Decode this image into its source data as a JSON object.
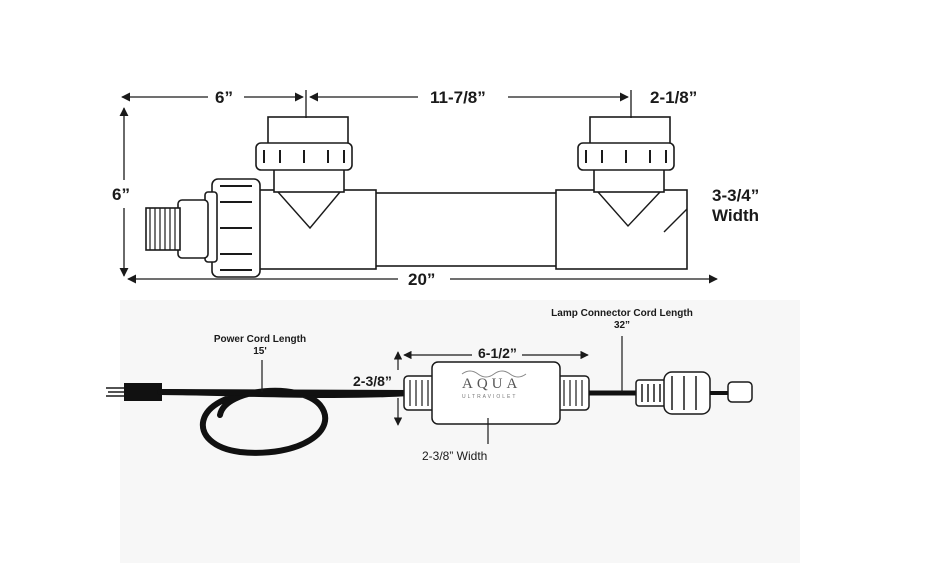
{
  "top_diagram": {
    "dim_left_inlet": "6”",
    "dim_center": "11-7/8”",
    "dim_right_outlet": "2-1/8”",
    "dim_height": "6”",
    "dim_total_length": "20”",
    "width_value": "3-3/4”",
    "width_word": "Width"
  },
  "bottom_diagram": {
    "power_cord_title": "Power Cord Length",
    "power_cord_value": "15'",
    "lamp_cord_title": "Lamp Connector Cord Length",
    "lamp_cord_value": "32”",
    "ballast_length": "6-1/2”",
    "ballast_height": "2-3/8”",
    "ballast_width": "2-3/8” Width",
    "logo_text": "AQUA",
    "logo_subtext": "ULTRAVIOLET"
  },
  "colors": {
    "line": "#1a1a1a",
    "cord": "#111111",
    "bottom_bg": "#f7f7f7"
  }
}
